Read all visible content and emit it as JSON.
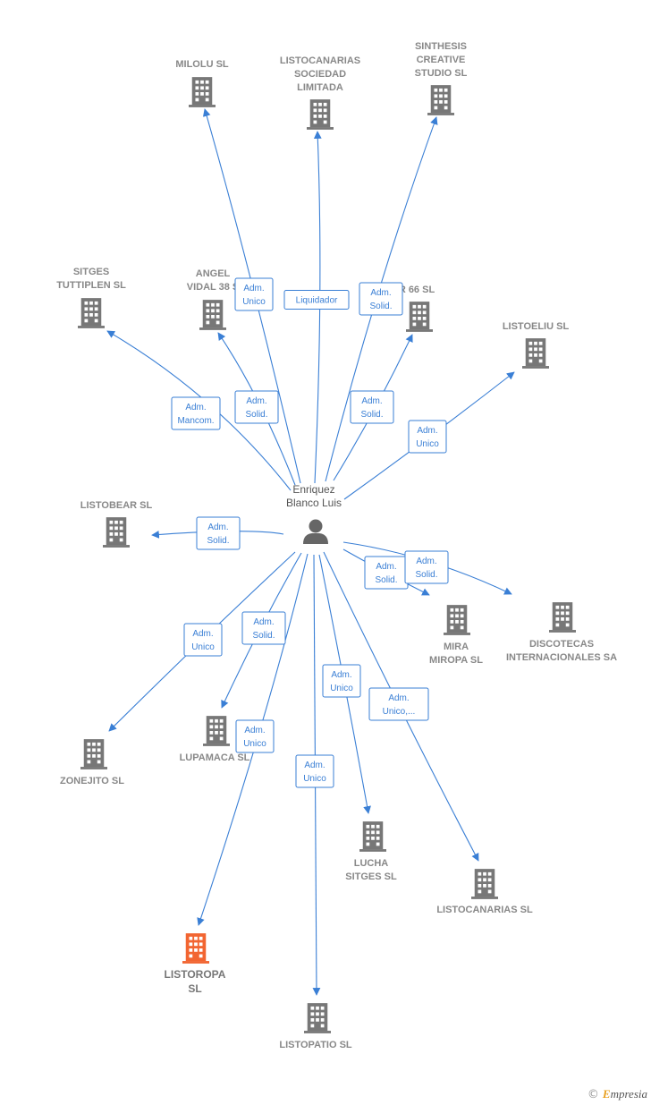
{
  "center": {
    "name_lines": [
      "Enriquez",
      "Blanco Luis"
    ]
  },
  "nodes": [
    {
      "id": "milolu",
      "label_lines": [
        "MILOLU  SL"
      ],
      "highlight": false
    },
    {
      "id": "listocanarias-limitada",
      "label_lines": [
        "LISTOCANARIAS",
        "SOCIEDAD",
        "LIMITADA"
      ],
      "highlight": false
    },
    {
      "id": "synthesis",
      "label_lines": [
        "SINTHESIS",
        "CREATIVE",
        "STUDIO SL"
      ],
      "highlight": false
    },
    {
      "id": "sitges-tuttiplen",
      "label_lines": [
        "SITGES",
        "TUTTIPLEN SL"
      ],
      "highlight": false
    },
    {
      "id": "angel-vidal",
      "label_lines": [
        "ANGEL",
        "VIDAL 38 S"
      ],
      "highlight": false
    },
    {
      "id": "r66",
      "label_lines": [
        "R 66  SL"
      ],
      "highlight": false
    },
    {
      "id": "listoeliu",
      "label_lines": [
        "LISTOELIU  SL"
      ],
      "highlight": false
    },
    {
      "id": "listobear",
      "label_lines": [
        "LISTOBEAR  SL"
      ],
      "highlight": false
    },
    {
      "id": "mira-miropa",
      "label_lines": [
        "MIRA",
        "MIROPA SL"
      ],
      "highlight": false
    },
    {
      "id": "discotecas",
      "label_lines": [
        "DISCOTECAS",
        "INTERNACIONALES SA"
      ],
      "highlight": false
    },
    {
      "id": "zonejito",
      "label_lines": [
        "ZONEJITO  SL"
      ],
      "highlight": false
    },
    {
      "id": "lupamaca",
      "label_lines": [
        "LUPAMACA  SL"
      ],
      "highlight": false
    },
    {
      "id": "lucha-sitges",
      "label_lines": [
        "LUCHA",
        "SITGES  SL"
      ],
      "highlight": false
    },
    {
      "id": "listocanarias-sl",
      "label_lines": [
        "LISTOCANARIAS SL"
      ],
      "highlight": false
    },
    {
      "id": "listoropa",
      "label_lines": [
        "LISTOROPA",
        "SL"
      ],
      "highlight": true
    },
    {
      "id": "listopatio",
      "label_lines": [
        "LISTOPATIO  SL"
      ],
      "highlight": false
    }
  ],
  "edges": [
    {
      "to": "milolu",
      "role_lines": [
        "Adm.",
        "Unico"
      ]
    },
    {
      "to": "listocanarias-limitada",
      "role_lines": [
        "Liquidador"
      ]
    },
    {
      "to": "synthesis",
      "role_lines": [
        "Adm.",
        "Solid."
      ]
    },
    {
      "to": "sitges-tuttiplen",
      "role_lines": [
        "Adm.",
        "Mancom."
      ]
    },
    {
      "to": "angel-vidal",
      "role_lines": [
        "Adm.",
        "Solid."
      ]
    },
    {
      "to": "r66",
      "role_lines": [
        "Adm.",
        "Solid."
      ]
    },
    {
      "to": "listoeliu",
      "role_lines": [
        "Adm.",
        "Unico"
      ]
    },
    {
      "to": "listobear",
      "role_lines": [
        "Adm.",
        "Solid."
      ]
    },
    {
      "to": "mira-miropa",
      "role_lines": [
        "Adm.",
        "Solid."
      ]
    },
    {
      "to": "discotecas",
      "role_lines": [
        "Adm.",
        "Solid."
      ]
    },
    {
      "to": "zonejito",
      "role_lines": [
        "Adm.",
        "Unico"
      ]
    },
    {
      "to": "lupamaca",
      "role_lines": [
        "Adm.",
        "Solid."
      ]
    },
    {
      "to": "listoropa",
      "role_lines": [
        "Adm.",
        "Unico"
      ]
    },
    {
      "to": "listopatio",
      "role_lines": [
        "Adm.",
        "Unico"
      ]
    },
    {
      "to": "lucha-sitges",
      "role_lines": [
        "Adm.",
        "Unico"
      ]
    },
    {
      "to": "listocanarias-sl",
      "role_lines": [
        "Adm.",
        "Unico,..."
      ]
    }
  ],
  "colors": {
    "edge": "#3a7fd5",
    "building": "#777777",
    "building_highlight": "#f26531",
    "person": "#666666"
  },
  "footer": {
    "copyright_symbol": "©",
    "brand_first": "E",
    "brand_rest": "mpresia"
  }
}
